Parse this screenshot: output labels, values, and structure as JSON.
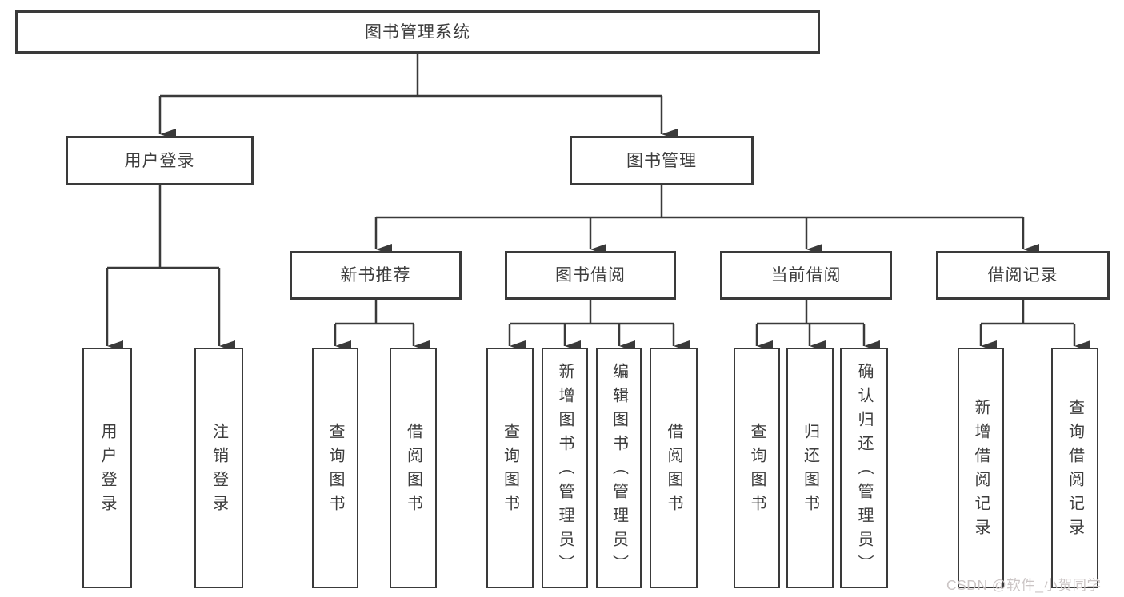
{
  "diagram": {
    "title_node": "图书管理系统",
    "root": {
      "label": "图书管理系统"
    },
    "level2": [
      {
        "label": "用户登录",
        "children": [
          {
            "label": "用户登录"
          },
          {
            "label": "注销登录"
          }
        ]
      },
      {
        "label": "图书管理"
      }
    ],
    "level3": [
      {
        "label": "新书推荐",
        "children": [
          {
            "label": "查询图书"
          },
          {
            "label": "借阅图书"
          }
        ]
      },
      {
        "label": "图书借阅",
        "children": [
          {
            "label": "查询图书"
          },
          {
            "label": "新增图书（管理员）"
          },
          {
            "label": "编辑图书（管理员）"
          },
          {
            "label": "借阅图书"
          }
        ]
      },
      {
        "label": "当前借阅",
        "children": [
          {
            "label": "查询图书"
          },
          {
            "label": "归还图书"
          },
          {
            "label": "确认归还（管理员）"
          }
        ]
      },
      {
        "label": "借阅记录",
        "children": [
          {
            "label": "新增借阅记录"
          },
          {
            "label": "查询借阅记录"
          }
        ]
      }
    ],
    "colors": {
      "line": "#3a3a3a",
      "box_border": "#3a3a3a",
      "text": "#3d3d3d",
      "background": "#ffffff",
      "watermark": "#cbc5c5"
    }
  },
  "watermark": {
    "text": "CSDN @软件_小贺同学"
  }
}
